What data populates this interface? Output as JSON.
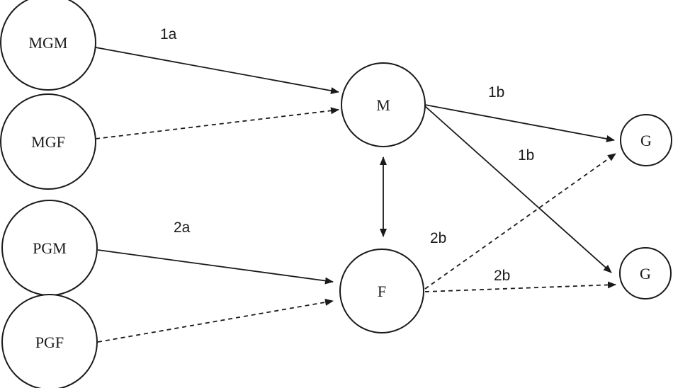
{
  "nodes": {
    "mgm": "MGM",
    "mgf": "MGF",
    "pgm": "PGM",
    "pgf": "PGF",
    "m": "M",
    "f": "F",
    "g1": "G",
    "g2": "G"
  },
  "edge_labels": {
    "mgm_m": "1a",
    "m_g1": "1b",
    "m_g2": "1b",
    "pgm_f": "2a",
    "f_g1": "2b",
    "f_g2": "2b"
  },
  "edges": [
    {
      "from": "MGM",
      "to": "M",
      "style": "solid",
      "label": "1a"
    },
    {
      "from": "MGF",
      "to": "M",
      "style": "dashed"
    },
    {
      "from": "PGM",
      "to": "F",
      "style": "solid",
      "label": "2a"
    },
    {
      "from": "PGF",
      "to": "F",
      "style": "dashed"
    },
    {
      "from": "M",
      "to": "F",
      "style": "solid",
      "bidirectional": true
    },
    {
      "from": "M",
      "to": "G",
      "style": "solid",
      "label": "1b"
    },
    {
      "from": "M",
      "to": "G",
      "style": "solid",
      "label": "1b"
    },
    {
      "from": "F",
      "to": "G",
      "style": "dashed",
      "label": "2b"
    },
    {
      "from": "F",
      "to": "G",
      "style": "dashed",
      "label": "2b"
    }
  ],
  "colors": {
    "stroke": "#1a1a1a",
    "background": "#ffffff"
  }
}
